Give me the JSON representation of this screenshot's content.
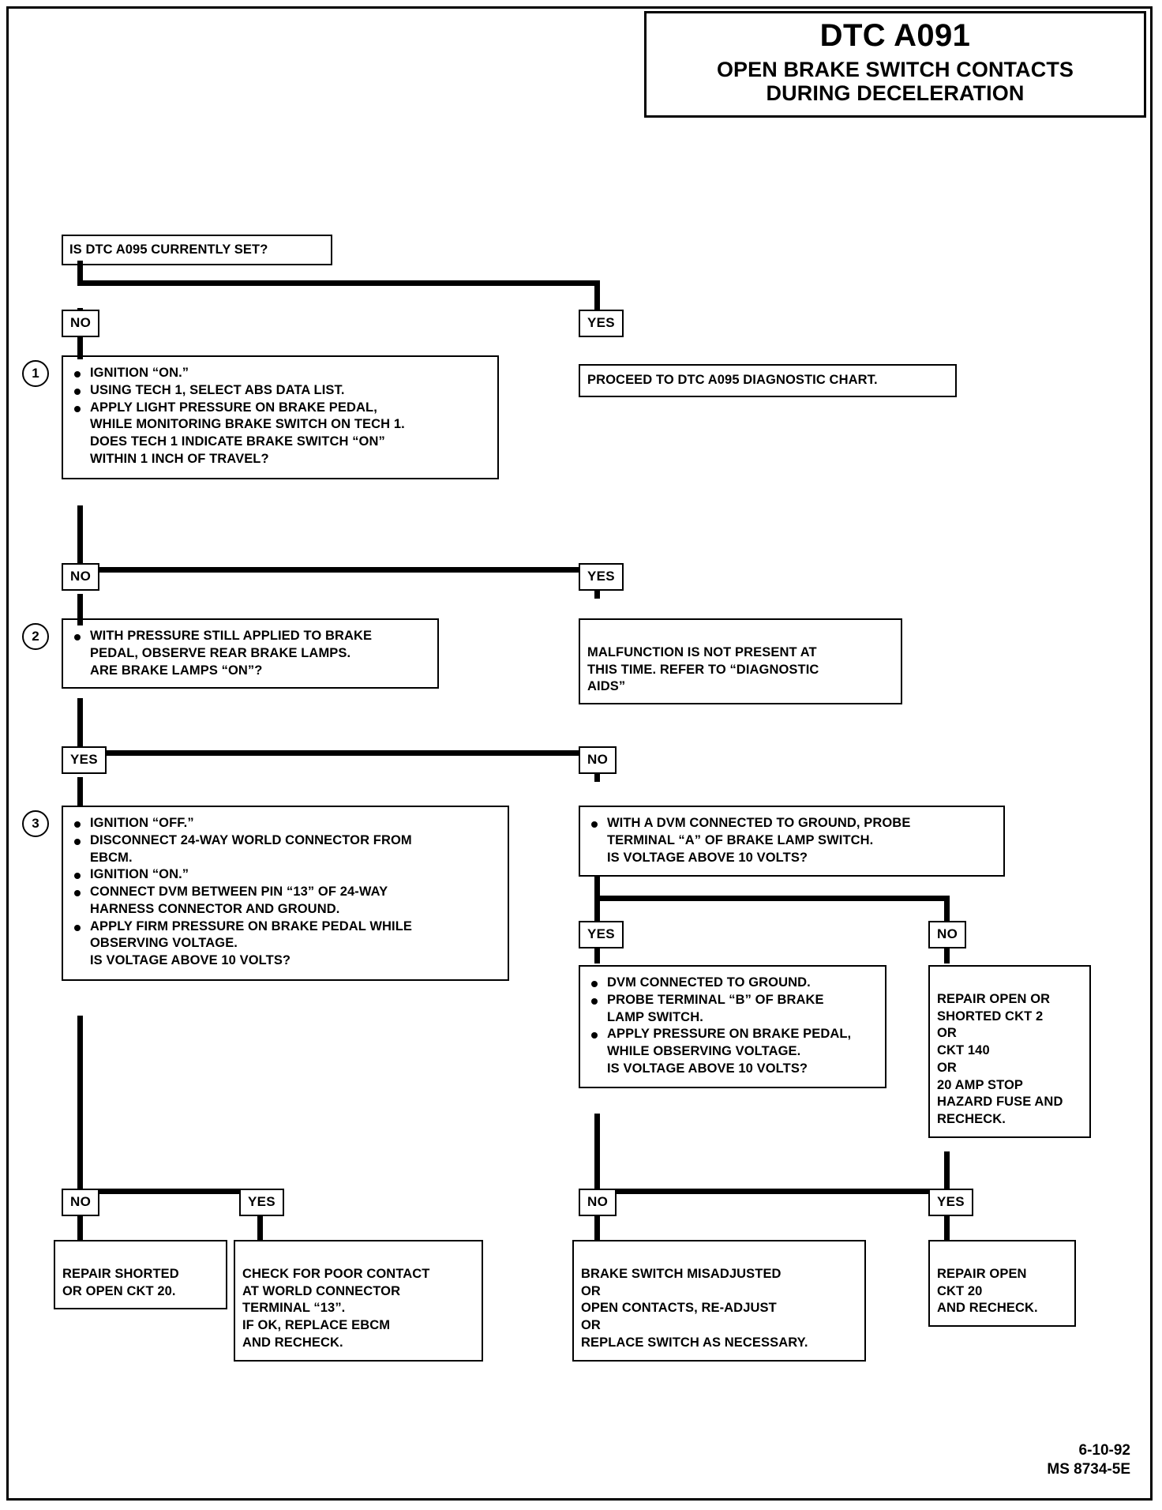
{
  "document": {
    "title_code": "DTC A091",
    "title_line1": "OPEN BRAKE SWITCH CONTACTS",
    "title_line2": "DURING DECELERATION",
    "footer_date": "6-10-92",
    "footer_code": "MS 8734-5E"
  },
  "flow": {
    "start_question": "IS DTC A095 CURRENTLY SET?",
    "labels": {
      "no": "NO",
      "yes": "YES"
    },
    "step_numbers": {
      "one": "1",
      "two": "2",
      "three": "3"
    },
    "step1": {
      "bullets": [
        "IGNITION “ON.”",
        "USING TECH 1, SELECT ABS DATA LIST.",
        "APPLY LIGHT PRESSURE ON BRAKE PEDAL,"
      ],
      "cont": [
        "WHILE MONITORING BRAKE SWITCH ON TECH 1.",
        "DOES TECH 1 INDICATE BRAKE SWITCH “ON”",
        "WITHIN 1 INCH OF TRAVEL?"
      ]
    },
    "step1_yes_result": "PROCEED TO DTC A095 DIAGNOSTIC CHART.",
    "step2": {
      "bullet": "WITH PRESSURE STILL APPLIED TO BRAKE",
      "cont": [
        "PEDAL, OBSERVE REAR BRAKE LAMPS.",
        "ARE BRAKE LAMPS  “ON”?"
      ]
    },
    "step2_yes_result": "MALFUNCTION IS NOT PRESENT AT\nTHIS TIME.  REFER TO “DIAGNOSTIC\nAIDS”",
    "step3": {
      "bullets": [
        "IGNITION “OFF.”",
        "DISCONNECT 24-WAY WORLD CONNECTOR FROM",
        "IGNITION “ON.”",
        "CONNECT DVM BETWEEN PIN “13” OF 24-WAY",
        "APPLY FIRM PRESSURE ON BRAKE PEDAL WHILE"
      ],
      "cont2": "EBCM.",
      "cont4": "HARNESS CONNECTOR  AND GROUND.",
      "cont5a": "OBSERVING VOLTAGE.",
      "cont5b": "IS VOLTAGE  ABOVE 10 VOLTS?"
    },
    "step2_no_branch": {
      "bullet": "WITH A DVM CONNECTED TO GROUND, PROBE",
      "cont": [
        "TERMINAL “A” OF BRAKE LAMP SWITCH.",
        "IS VOLTAGE ABOVE 10 VOLTS?"
      ]
    },
    "dvm_yes_branch": {
      "bullets": [
        "DVM CONNECTED TO GROUND.",
        "PROBE TERMINAL “B”  OF BRAKE",
        "APPLY PRESSURE ON BRAKE PEDAL,"
      ],
      "cont2": "LAMP SWITCH.",
      "cont3a": "WHILE OBSERVING VOLTAGE.",
      "cont3b": "IS VOLTAGE ABOVE 10 VOLTS?"
    },
    "dvm_no_result": "REPAIR OPEN OR\nSHORTED CKT 2\nOR\nCKT 140\nOR\n20 AMP STOP\nHAZARD FUSE AND\nRECHECK.",
    "result_repair_shorted": "REPAIR SHORTED\nOR OPEN CKT 20.",
    "result_check_contact": "CHECK FOR POOR CONTACT\nAT WORLD CONNECTOR\nTERMINAL “13”.\nIF OK, REPLACE EBCM\nAND RECHECK.",
    "result_brake_misadjusted": "BRAKE SWITCH MISADJUSTED\nOR\nOPEN CONTACTS, RE-ADJUST\nOR\nREPLACE SWITCH AS NECESSARY.",
    "result_repair_open20": "REPAIR OPEN\nCKT 20\nAND RECHECK."
  }
}
